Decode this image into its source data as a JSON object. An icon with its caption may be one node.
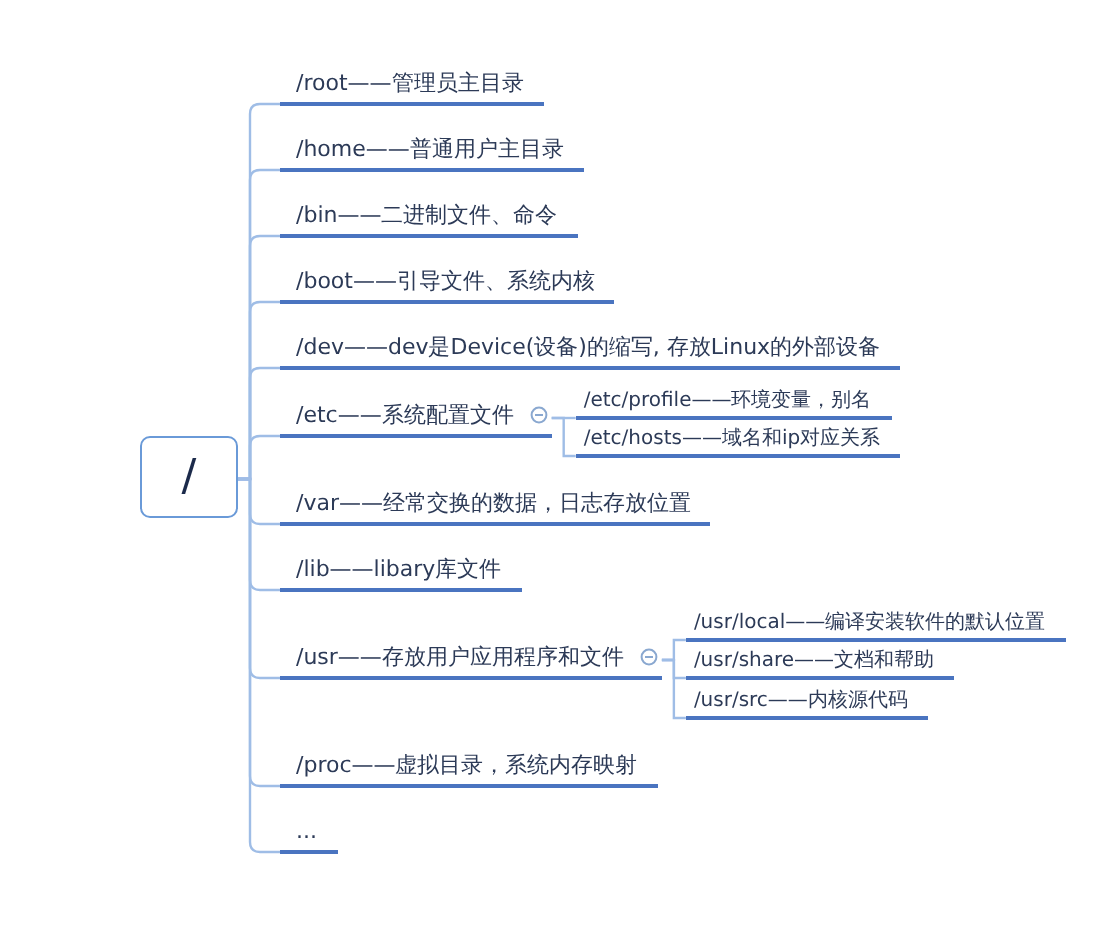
{
  "diagram": {
    "nodes": [
      {
        "text": [
          "/"
        ]
      },
      {
        "text": [
          "/root——管理员主目录"
        ]
      },
      {
        "text": [
          "/home——普通用户主目录"
        ]
      },
      {
        "text": [
          "/bin——二进制文件、命令"
        ]
      },
      {
        "text": [
          "/boot——引导文件、系统内核"
        ]
      },
      {
        "text": [
          "/dev——dev是Device(设备)的缩写, 存放Linux的外部设备"
        ]
      },
      {
        "text": [
          "/etc——系统配置文件"
        ]
      },
      {
        "text": [
          "/etc/profile——环境变量，别名"
        ]
      },
      {
        "text": [
          "/etc/hosts——域名和ip对应关系"
        ]
      },
      {
        "text": [
          "/var——经常交换的数据，日志存放位置"
        ]
      },
      {
        "text": [
          "/lib——libary库文件"
        ]
      },
      {
        "text": [
          "/usr——存放用户应用程序和文件"
        ]
      },
      {
        "text": [
          "/usr/local——编译安装软件的默认位置"
        ]
      },
      {
        "text": [
          "/usr/share——文档和帮助"
        ]
      },
      {
        "text": [
          "/usr/src——内核源代码"
        ]
      },
      {
        "text": [
          "/proc——虚拟目录，系统内存映射"
        ]
      },
      {
        "text": [
          "..."
        ]
      }
    ],
    "edges": [
      {
        "from": 0,
        "to": 1,
        "arrow": "none"
      },
      {
        "from": 0,
        "to": 2,
        "arrow": "none"
      },
      {
        "from": 0,
        "to": 3,
        "arrow": "none"
      },
      {
        "from": 0,
        "to": 4,
        "arrow": "none"
      },
      {
        "from": 0,
        "to": 5,
        "arrow": "none"
      },
      {
        "from": 0,
        "to": 6,
        "arrow": "none"
      },
      {
        "from": 6,
        "to": 7,
        "arrow": "none"
      },
      {
        "from": 6,
        "to": 8,
        "arrow": "none"
      },
      {
        "from": 0,
        "to": 9,
        "arrow": "none"
      },
      {
        "from": 0,
        "to": 10,
        "arrow": "none"
      },
      {
        "from": 0,
        "to": 11,
        "arrow": "none"
      },
      {
        "from": 11,
        "to": 12,
        "arrow": "none"
      },
      {
        "from": 11,
        "to": 13,
        "arrow": "none"
      },
      {
        "from": 11,
        "to": 14,
        "arrow": "none"
      },
      {
        "from": 0,
        "to": 15,
        "arrow": "none"
      },
      {
        "from": 0,
        "to": 16,
        "arrow": "none"
      }
    ]
  }
}
